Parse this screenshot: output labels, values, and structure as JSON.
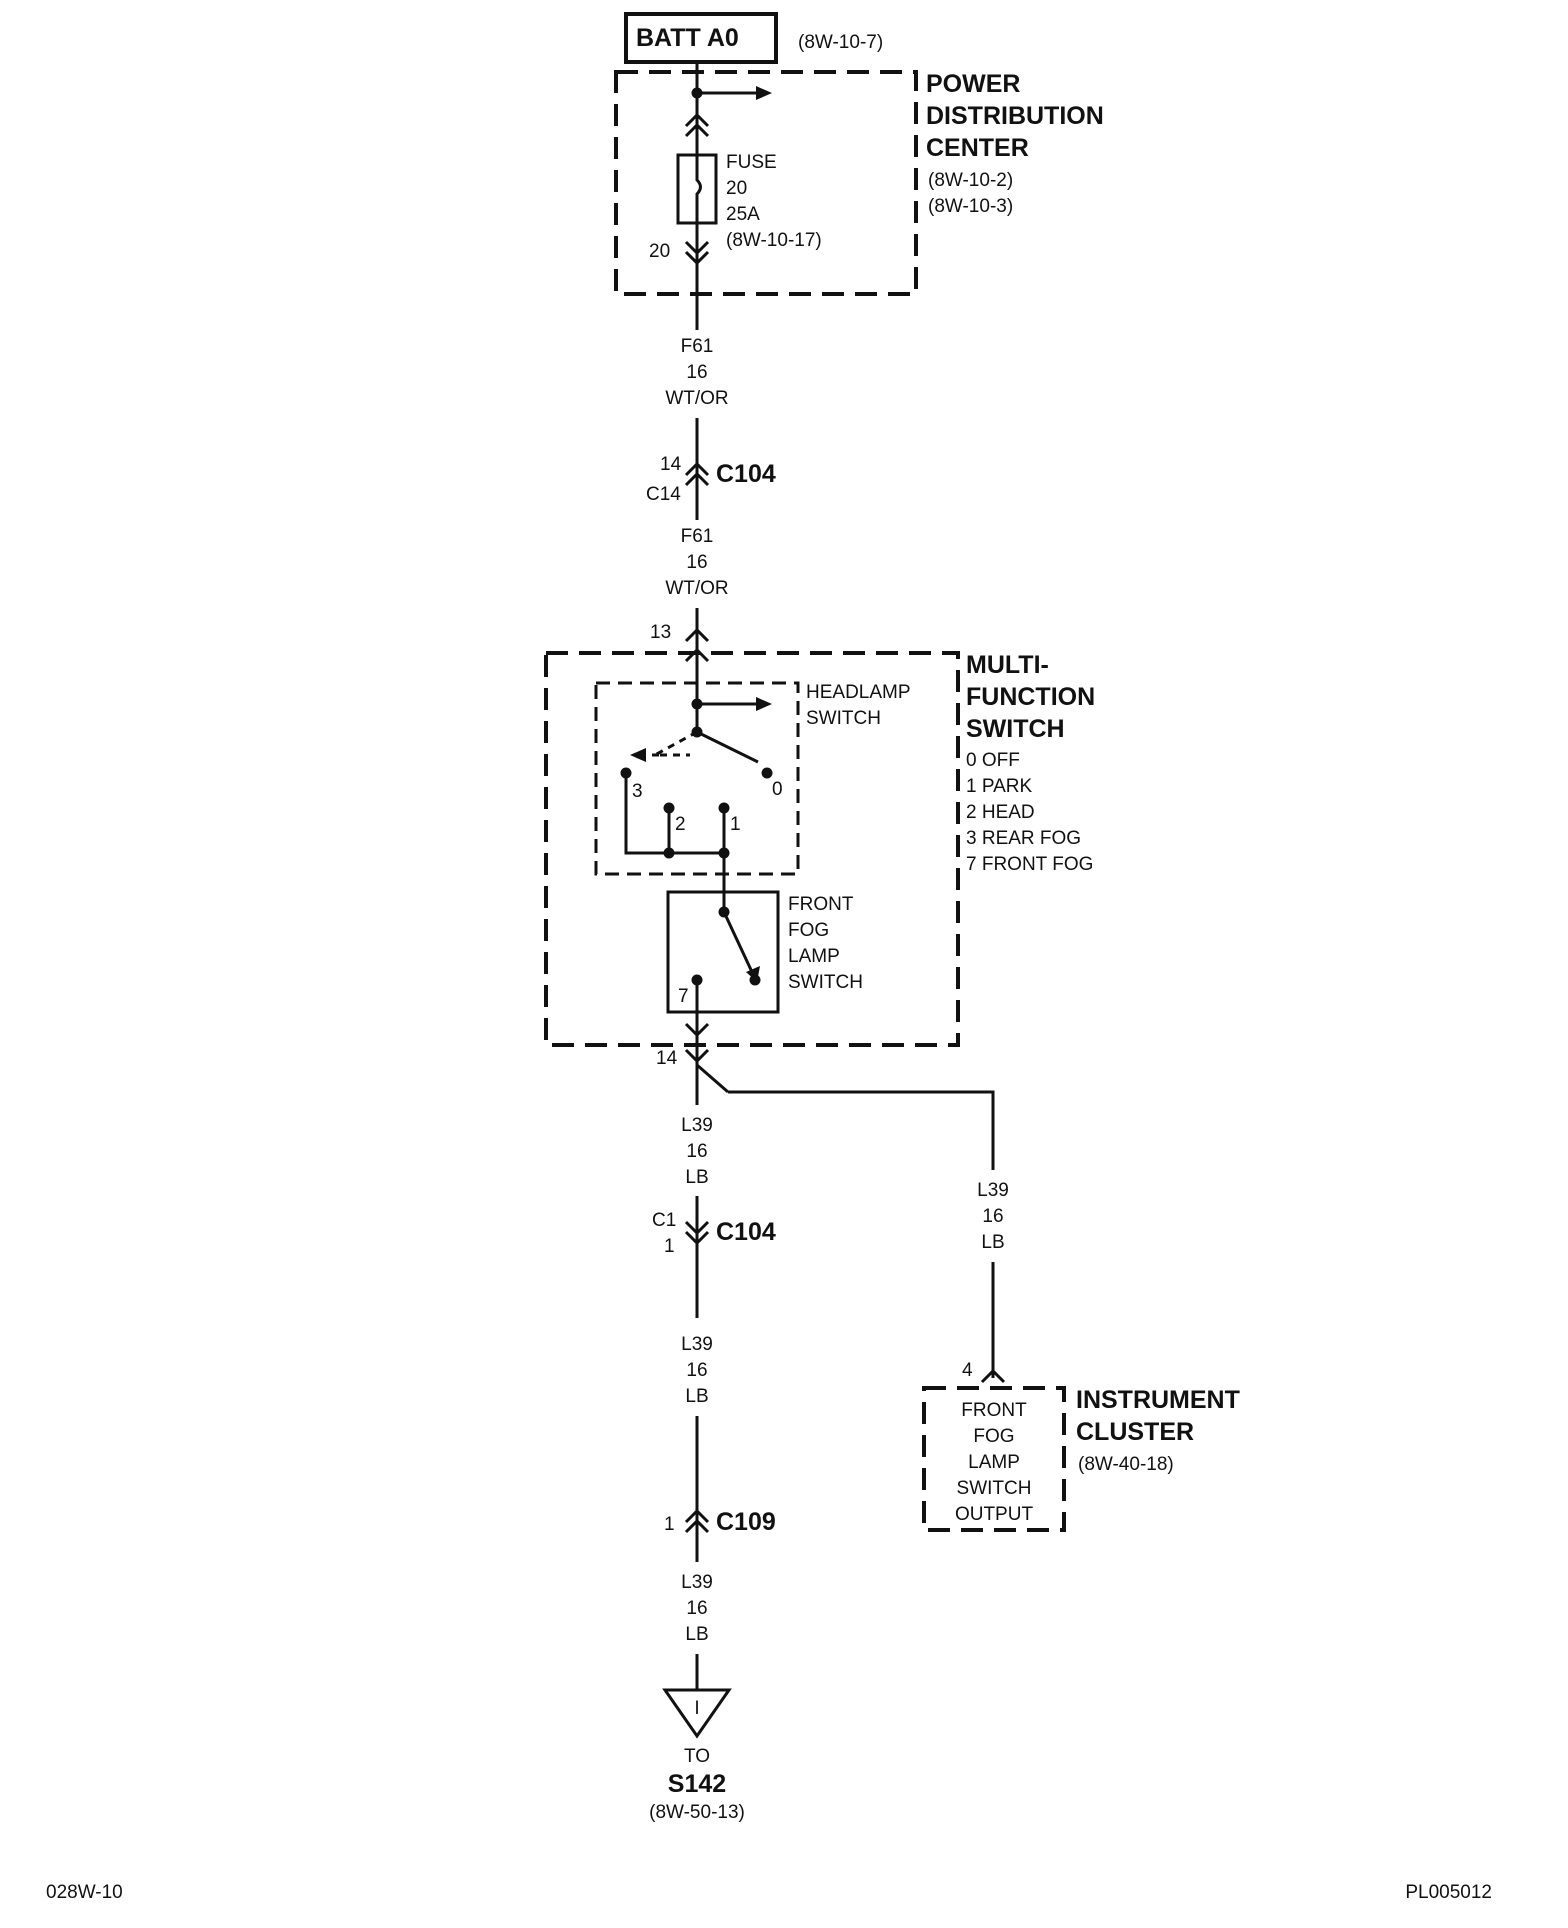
{
  "batt": {
    "label": "BATT A0",
    "ref": "(8W-10-7)"
  },
  "pdc": {
    "name": [
      "POWER",
      "DISTRIBUTION",
      "CENTER"
    ],
    "refs": [
      "(8W-10-2)",
      "(8W-10-3)"
    ]
  },
  "fuse": {
    "lines": [
      "FUSE",
      "20",
      "25A",
      "(8W-10-17)"
    ],
    "pin": "20"
  },
  "wire1": [
    "F61",
    "16",
    "WT/OR"
  ],
  "c104_top": {
    "name": "C104",
    "pin_a": "14",
    "pin_b": "C14"
  },
  "wire2": [
    "F61",
    "16",
    "WT/OR"
  ],
  "mfs_pin_in": "13",
  "mfs": {
    "name": [
      "MULTI-",
      "FUNCTION",
      "SWITCH"
    ],
    "positions": [
      "0 OFF",
      "1 PARK",
      "2 HEAD",
      "3 REAR FOG",
      "7 FRONT FOG"
    ]
  },
  "headlamp_switch": {
    "label": [
      "HEADLAMP",
      "SWITCH"
    ],
    "pos": [
      "0",
      "1",
      "2",
      "3"
    ]
  },
  "fog_switch": {
    "label": [
      "FRONT",
      "FOG",
      "LAMP",
      "SWITCH"
    ],
    "pos": "7"
  },
  "mfs_pin_out": "14",
  "wire3": [
    "L39",
    "16",
    "LB"
  ],
  "c104_bot": {
    "name": "C104",
    "pin_a": "C1",
    "pin_b": "1"
  },
  "wire4": [
    "L39",
    "16",
    "LB"
  ],
  "c109": {
    "name": "C109",
    "pin": "1"
  },
  "wire5": [
    "L39",
    "16",
    "LB"
  ],
  "branch_wire": [
    "L39",
    "16",
    "LB"
  ],
  "cluster": {
    "pin": "4",
    "inner": [
      "FRONT",
      "FOG",
      "LAMP",
      "SWITCH",
      "OUTPUT"
    ],
    "name": [
      "INSTRUMENT",
      "CLUSTER"
    ],
    "ref": "(8W-40-18)"
  },
  "splice": {
    "symbol": "I",
    "to": "TO",
    "name": "S142",
    "ref": "(8W-50-13)"
  },
  "footer": {
    "left": "028W-10",
    "right": "PL005012"
  }
}
